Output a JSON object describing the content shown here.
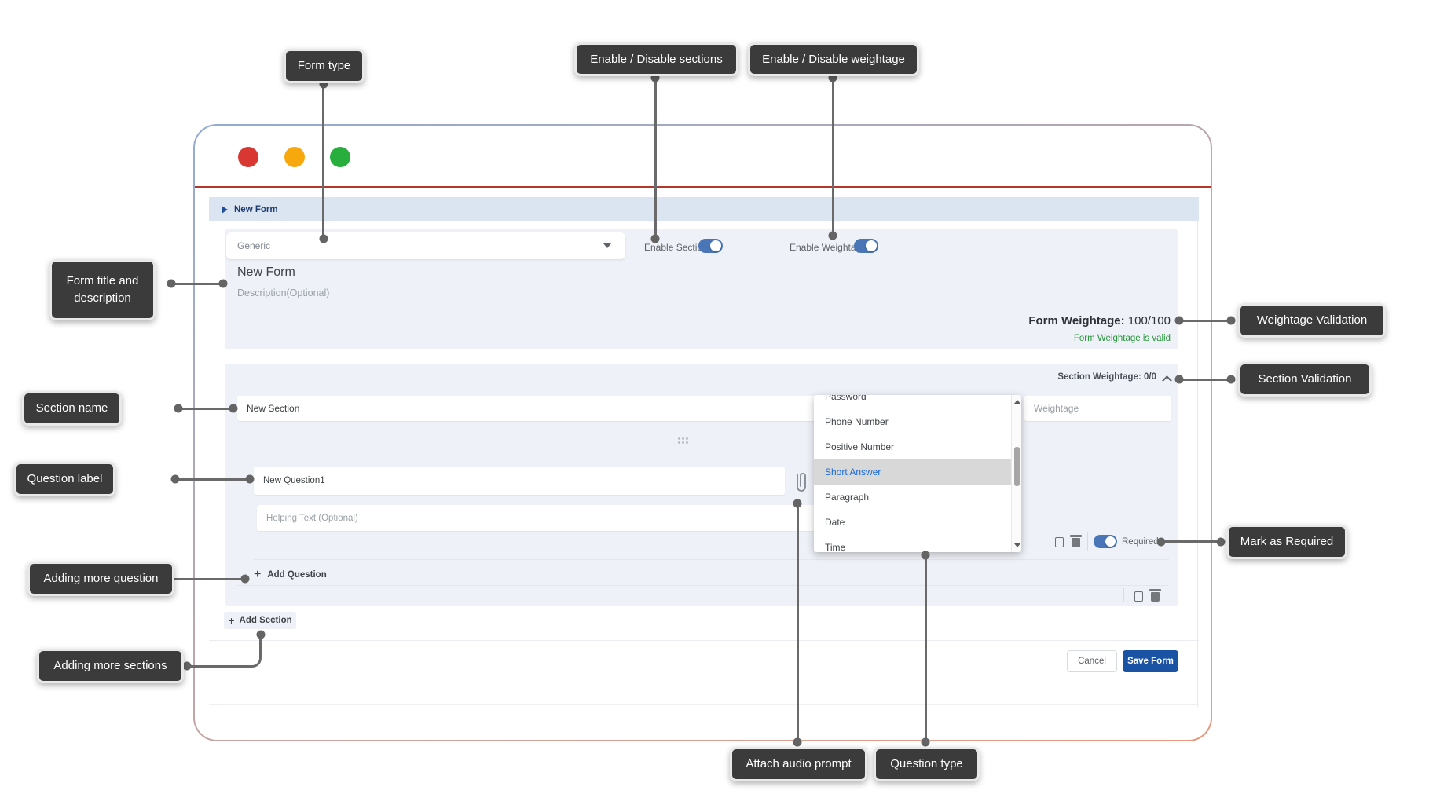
{
  "window": {
    "breadcrumb": "New Form"
  },
  "form": {
    "type_value": "Generic",
    "enable_sections_label": "Enable Sections",
    "enable_weightage_label": "Enable Weightage",
    "title_value": "New Form",
    "description_placeholder": "Description(Optional)",
    "weightage_label": "Form Weightage:",
    "weightage_value": "100/100",
    "weightage_status": "Form Weightage is valid"
  },
  "section": {
    "weightage_summary": "Section Weightage: 0/0",
    "name_value": "New Section",
    "weightage_placeholder": "Weightage",
    "question": {
      "label_value": "New Question1",
      "helping_placeholder": "Helping Text (Optional)",
      "required_label": "Required"
    },
    "add_question_label": "Add Question"
  },
  "dropdown": {
    "options": [
      "Password",
      "Phone Number",
      "Positive Number",
      "Short Answer",
      "Paragraph",
      "Date",
      "Time"
    ],
    "selected": "Short Answer"
  },
  "buttons": {
    "add_section": "Add Section",
    "cancel": "Cancel",
    "save": "Save Form"
  },
  "glyphs": {
    "plus": "+"
  },
  "callouts": {
    "form_type": "Form type",
    "enable_sections": "Enable / Disable sections",
    "enable_weightage": "Enable / Disable weightage",
    "form_title": "Form title and description",
    "weightage_validation": "Weightage Validation",
    "section_validation": "Section Validation",
    "section_name": "Section name",
    "question_label": "Question label",
    "adding_question": "Adding more question",
    "adding_sections": "Adding more sections",
    "attach_audio": "Attach audio prompt",
    "question_type": "Question type",
    "mark_required": "Mark as Required"
  },
  "colors": {
    "accent_blue": "#1a53a3",
    "toggle_blue": "#4a76b8",
    "valid_green": "#27963c",
    "selected_option_blue": "#1a6bd8",
    "callout_bg": "#3b3b3b",
    "window_border_top": "#93abd3",
    "window_border_bottom": "#eb9a80",
    "header_red_line": "#b5362b",
    "traffic_red": "#d93832",
    "traffic_yellow": "#f7a80d",
    "traffic_green": "#27ae3d"
  }
}
